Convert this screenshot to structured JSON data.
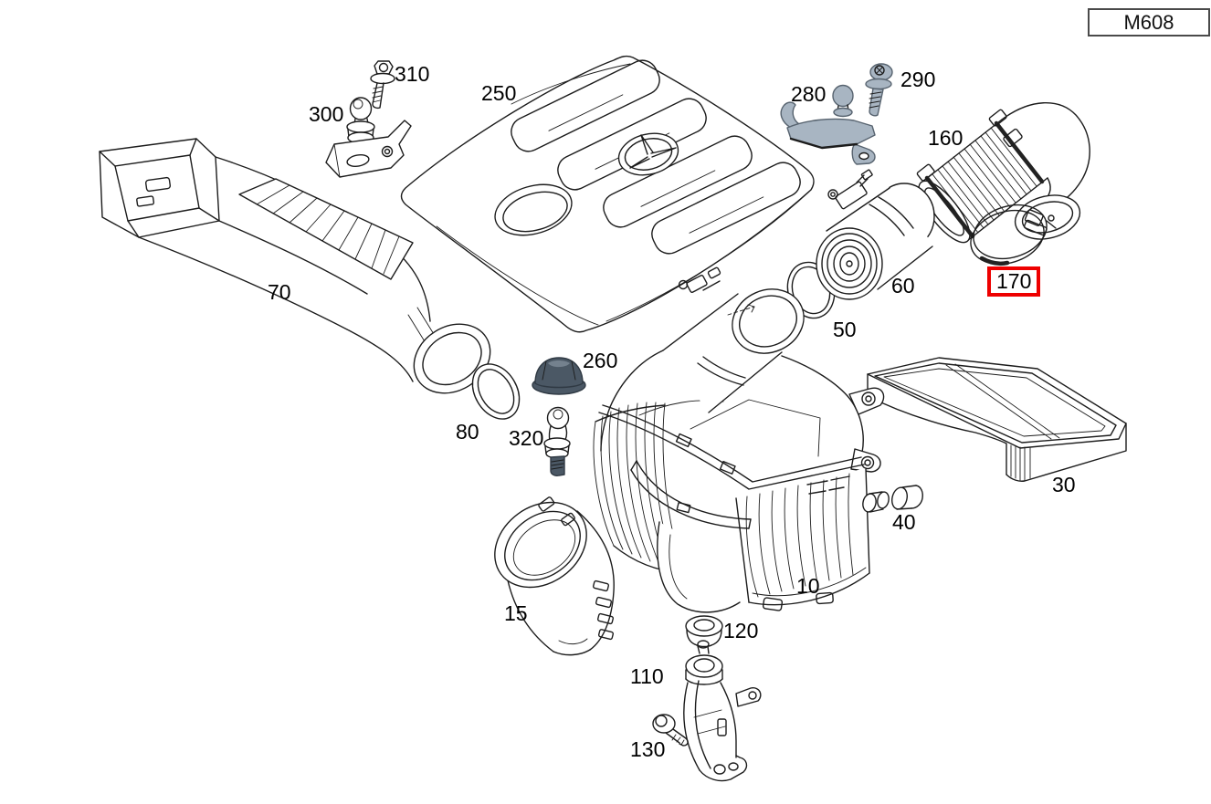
{
  "page": {
    "background": "#ffffff"
  },
  "module_badge": {
    "label": "M608"
  },
  "colors": {
    "line": "#1c1c1c",
    "highlight": "#ee0000",
    "metal_fill": "#a8b5c2",
    "rubber_fill": "#4b5865"
  },
  "highlight": {
    "part_label": "170"
  },
  "parts": [
    {
      "label": "310",
      "highlighted": false
    },
    {
      "label": "300",
      "highlighted": false
    },
    {
      "label": "250",
      "highlighted": false
    },
    {
      "label": "280",
      "highlighted": false
    },
    {
      "label": "290",
      "highlighted": false
    },
    {
      "label": "160",
      "highlighted": false
    },
    {
      "label": "70",
      "highlighted": false
    },
    {
      "label": "60",
      "highlighted": false
    },
    {
      "label": "50",
      "highlighted": false
    },
    {
      "label": "170",
      "highlighted": true
    },
    {
      "label": "260",
      "highlighted": false
    },
    {
      "label": "80",
      "highlighted": false
    },
    {
      "label": "320",
      "highlighted": false
    },
    {
      "label": "30",
      "highlighted": false
    },
    {
      "label": "40",
      "highlighted": false
    },
    {
      "label": "10",
      "highlighted": false
    },
    {
      "label": "15",
      "highlighted": false
    },
    {
      "label": "120",
      "highlighted": false
    },
    {
      "label": "110",
      "highlighted": false
    },
    {
      "label": "130",
      "highlighted": false
    }
  ]
}
